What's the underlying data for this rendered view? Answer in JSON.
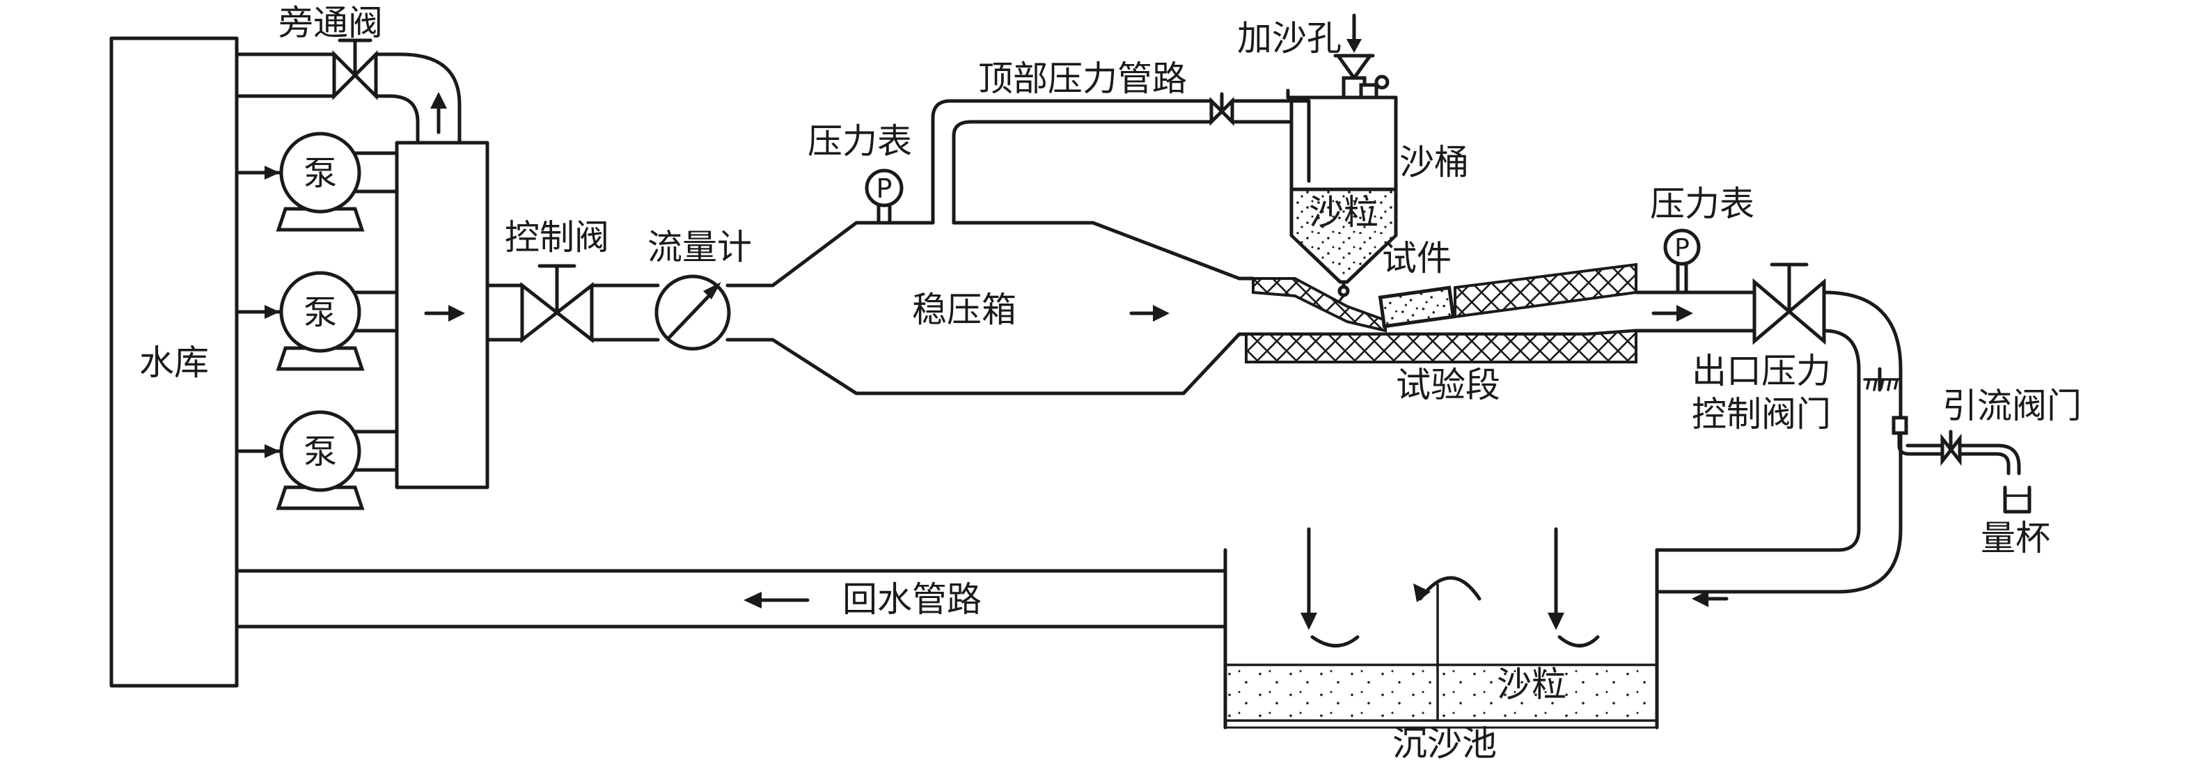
{
  "labels": {
    "reservoir": "水库",
    "bypass_valve": "旁通阀",
    "pump": "泵",
    "control_valve": "控制阀",
    "flowmeter": "流量计",
    "pressure_gauge_left": "压力表",
    "top_pressure_pipe": "顶部压力管路",
    "sand_hole": "加沙孔",
    "sand_bucket": "沙桶",
    "sand_in_bucket": "沙粒",
    "specimen": "试件",
    "stabilizer_box": "稳压箱",
    "test_section": "试验段",
    "pressure_gauge_right": "压力表",
    "outlet_valve_line1": "出口压力",
    "outlet_valve_line2": "控制阀门",
    "drain_valve": "引流阀门",
    "measuring_cup": "量杯",
    "return_pipe": "回水管路",
    "sand_in_tank": "沙粒",
    "settling_tank": "沉沙池",
    "gauge_symbol": "P"
  },
  "colors": {
    "ink": "#1a1a1a",
    "background": "#ffffff"
  }
}
